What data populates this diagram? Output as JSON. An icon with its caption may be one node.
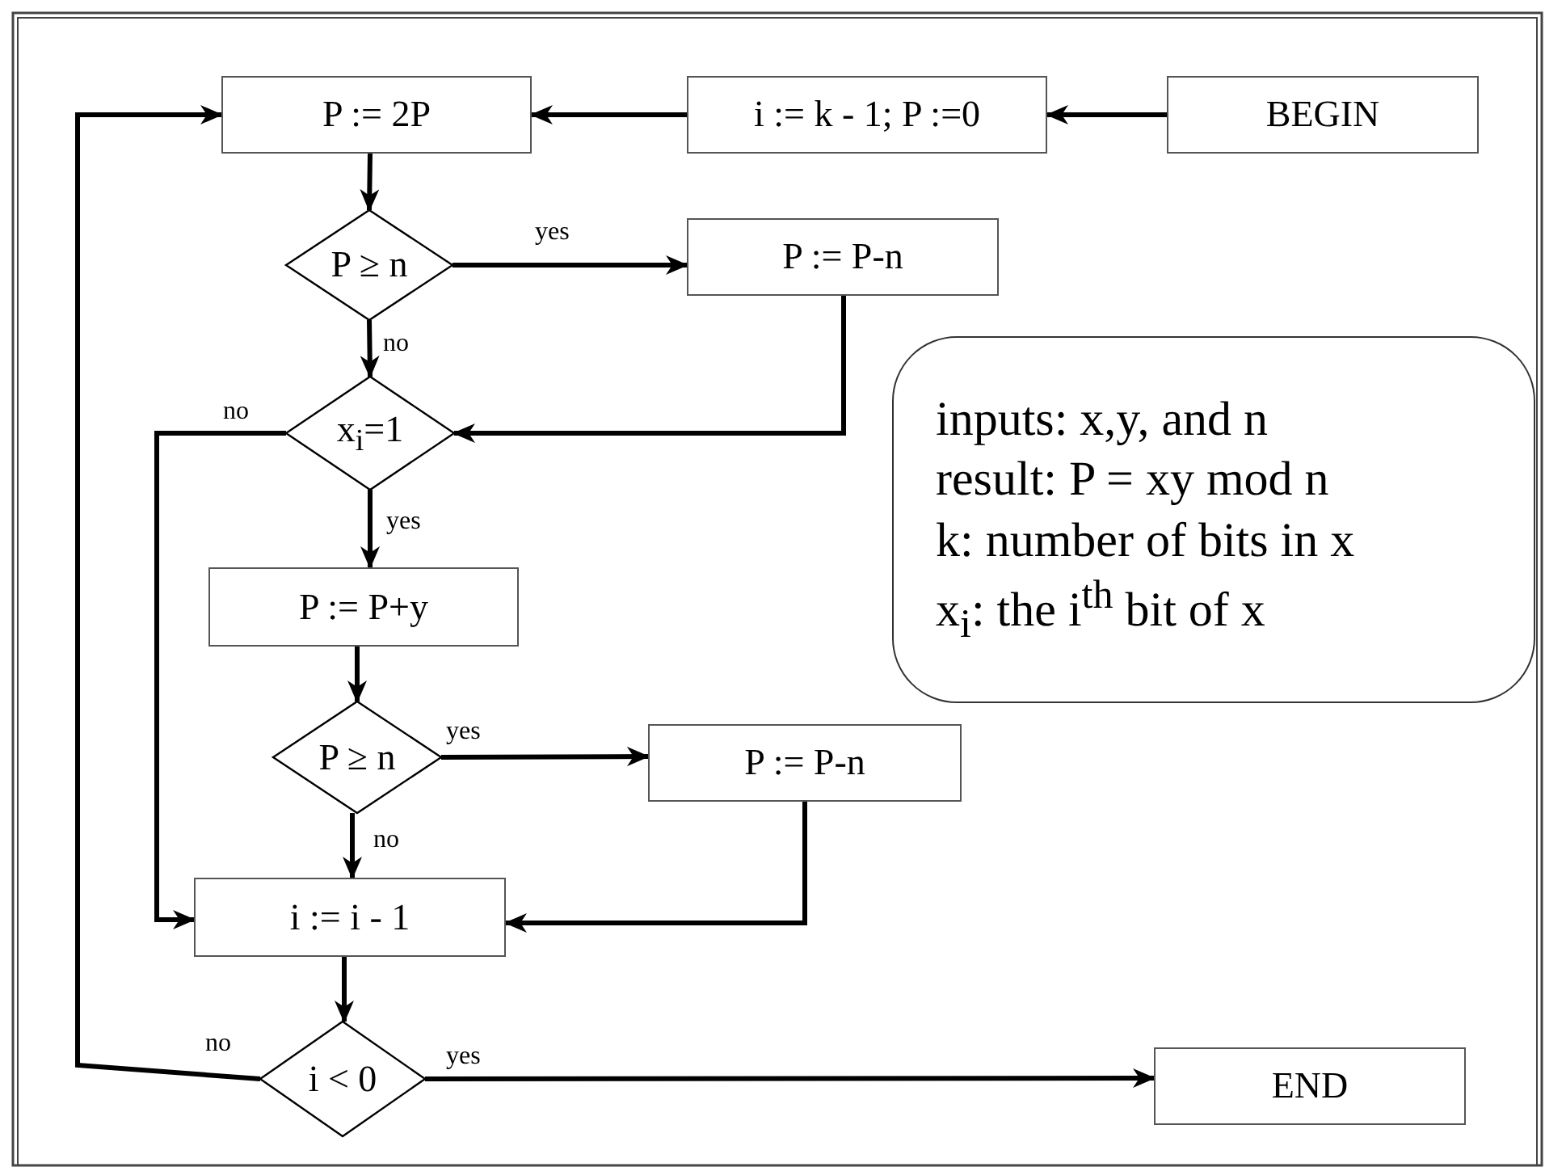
{
  "diagram": {
    "nodes": [
      {
        "text": [
          "P := 2P"
        ]
      },
      {
        "text": [
          "i := k - 1; P :=0"
        ]
      },
      {
        "text": [
          "BEGIN"
        ]
      },
      {
        "text": [
          "P ≥ n"
        ]
      },
      {
        "text": [
          "P := P-n"
        ]
      },
      {
        "text": [
          "x$_{i}$=1"
        ]
      },
      {
        "text": [
          "inputs: x,y, and n",
          "result: P = xy mod n",
          "k: number of bits in x",
          "x$_{i}$: the i$^{th}$ bit of x"
        ]
      },
      {
        "text": [
          "P := P+y"
        ]
      },
      {
        "text": [
          "P ≥ n"
        ]
      },
      {
        "text": [
          "P := P-n"
        ]
      },
      {
        "text": [
          "i := i - 1"
        ]
      },
      {
        "text": [
          "i < 0"
        ]
      },
      {
        "text": [
          "END"
        ]
      }
    ],
    "edges": [
      {
        "from": 2,
        "to": 1,
        "arrow": "to"
      },
      {
        "from": 1,
        "to": 0,
        "arrow": "to"
      },
      {
        "from": 0,
        "to": 3,
        "arrow": "to"
      },
      {
        "from": 3,
        "to": 4,
        "arrow": "to",
        "label": "yes"
      },
      {
        "from": 3,
        "to": 5,
        "arrow": "to",
        "label": "no"
      },
      {
        "from": 4,
        "to": 5,
        "arrow": "to"
      },
      {
        "from": 5,
        "to": 10,
        "arrow": "to",
        "label": "no"
      },
      {
        "from": 5,
        "to": 7,
        "arrow": "to",
        "label": "yes"
      },
      {
        "from": 7,
        "to": 8,
        "arrow": "to"
      },
      {
        "from": 8,
        "to": 9,
        "arrow": "to",
        "label": "yes"
      },
      {
        "from": 8,
        "to": 10,
        "arrow": "to",
        "label": "no"
      },
      {
        "from": 9,
        "to": 10,
        "arrow": "to"
      },
      {
        "from": 10,
        "to": 11,
        "arrow": "to"
      },
      {
        "from": 11,
        "to": 0,
        "arrow": "to",
        "label": "no"
      },
      {
        "from": 11,
        "to": 12,
        "arrow": "to",
        "label": "yes"
      }
    ]
  }
}
